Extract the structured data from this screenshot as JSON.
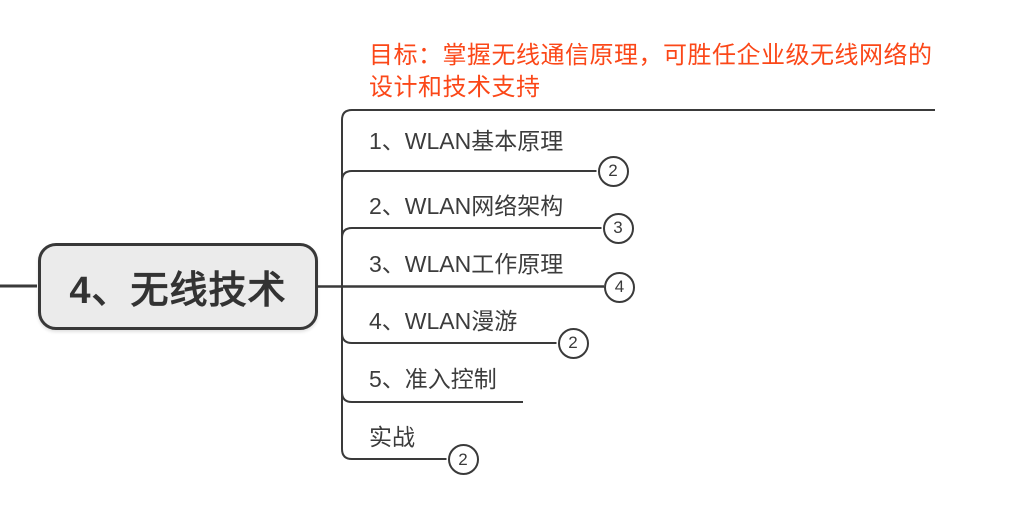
{
  "mindmap": {
    "root": {
      "label": "4、无线技术"
    },
    "note": {
      "label": "目标：掌握无线通信原理，可胜任企业级无线网络的设计和技术支持"
    },
    "branches": [
      {
        "label": "1、WLAN基本原理",
        "badge": "2"
      },
      {
        "label": "2、WLAN网络架构",
        "badge": "3"
      },
      {
        "label": "3、WLAN工作原理",
        "badge": "4"
      },
      {
        "label": "4、WLAN漫游",
        "badge": "2"
      },
      {
        "label": "5、准入控制",
        "badge": ""
      },
      {
        "label": "实战",
        "badge": "2"
      }
    ],
    "colors": {
      "line": "#3a3a3a",
      "node_fill": "#ebebeb",
      "node_border": "#383838",
      "branch_text": "#3c3c3c",
      "note_text": "#fb4718",
      "background": "#ffffff"
    }
  }
}
